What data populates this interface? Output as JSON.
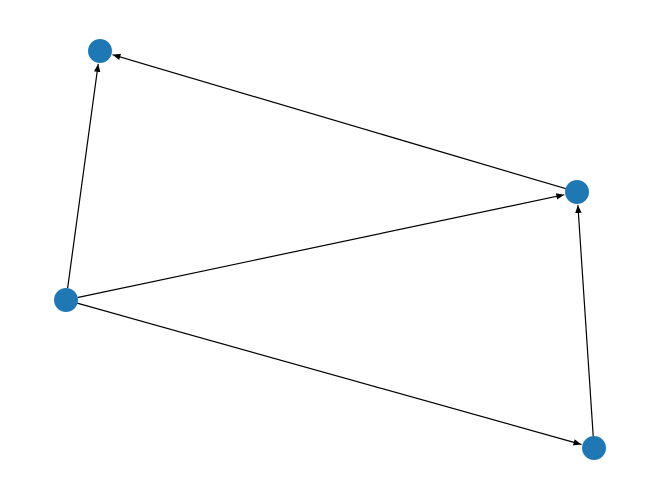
{
  "graph": {
    "directed": true,
    "node_count": 4,
    "edges": [
      [
        2,
        0
      ],
      [
        1,
        0
      ],
      [
        2,
        1
      ],
      [
        2,
        3
      ],
      [
        3,
        1
      ]
    ],
    "colors": {
      "node": "#1f78b4",
      "edge": "#000000",
      "background": "#ffffff"
    }
  }
}
